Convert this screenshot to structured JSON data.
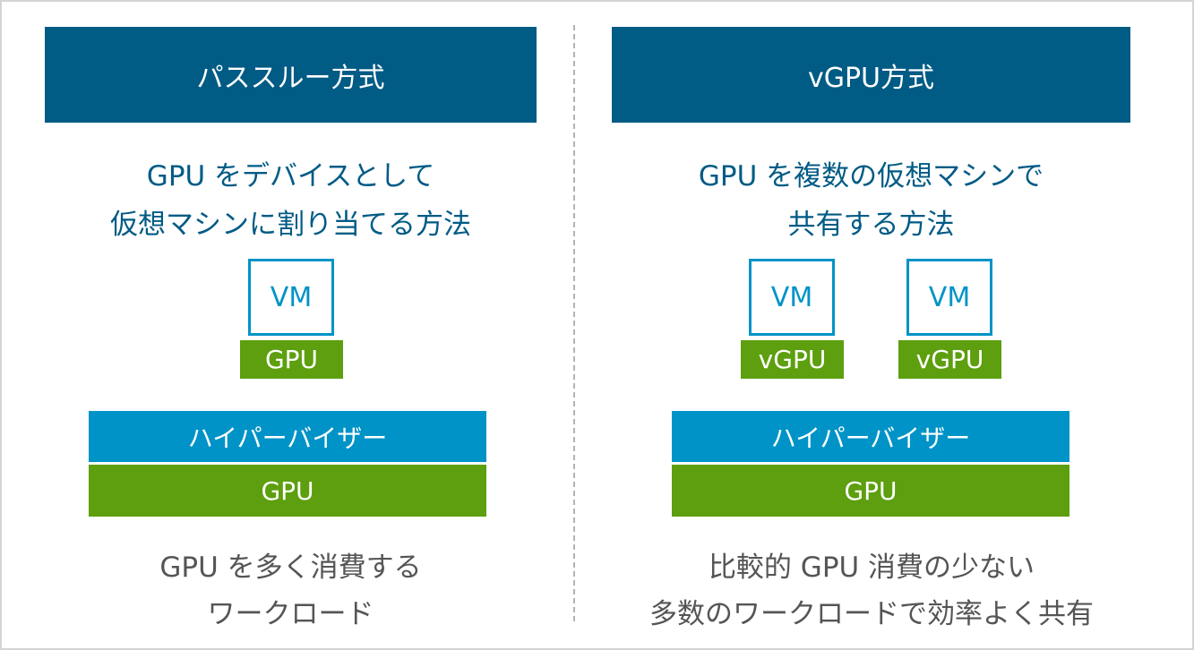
{
  "colors": {
    "title_bg": "#005b85",
    "description_text": "#005b85",
    "vm_border": "#0093c7",
    "hypervisor_bg": "#0093c7",
    "gpu_green": "#5d9f0e",
    "footer_text": "#555555",
    "divider": "#b3b3b3"
  },
  "left": {
    "title": "パススルー方式",
    "description": [
      "GPU をデバイスとして",
      "仮想マシンに割り当てる方法"
    ],
    "vm_label": "VM",
    "gpu_label": "GPU",
    "hypervisor": "ハイパーバイザー",
    "gpu_bar": "GPU",
    "footer": [
      "GPU を多く消費する",
      "ワークロード"
    ]
  },
  "right": {
    "title": "vGPU方式",
    "description": [
      "GPU を複数の仮想マシンで",
      "共有する方法"
    ],
    "vms": [
      {
        "vm_label": "VM",
        "gpu_label": "vGPU"
      },
      {
        "vm_label": "VM",
        "gpu_label": "vGPU"
      }
    ],
    "hypervisor": "ハイパーバイザー",
    "gpu_bar": "GPU",
    "footer": [
      "比較的 GPU 消費の少ない",
      "多数のワークロードで効率よく共有"
    ]
  }
}
